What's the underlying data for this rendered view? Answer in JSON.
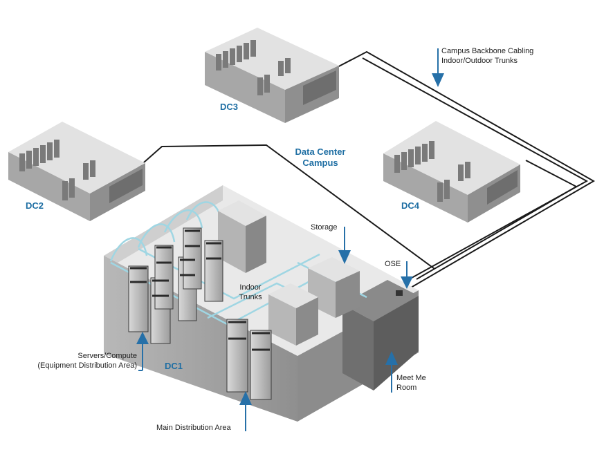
{
  "colors": {
    "accent": "#1e6ea3",
    "arrow": "#2670a8",
    "trunk": "#9fd6e3",
    "cable": "#1a1a1a",
    "room_floor": "#e6e6e6",
    "room_wall": "#9a9a9a"
  },
  "labels": {
    "dc1": "DC1",
    "dc2": "DC2",
    "dc3": "DC3",
    "dc4": "DC4",
    "campus_line1": "Data Center",
    "campus_line2": "Campus",
    "backbone_line1": "Campus Backbone Cabling",
    "backbone_line2": "Indoor/Outdoor Trunks",
    "storage": "Storage",
    "ose": "OSE",
    "indoor_line1": "Indoor",
    "indoor_line2": "Trunks",
    "servers_line1": "Servers/Compute",
    "servers_line2": "(Equipment Distribution Area)",
    "meetme_line1": "Meet Me",
    "meetme_line2": "Room",
    "mda": "Main Distribution Area"
  }
}
